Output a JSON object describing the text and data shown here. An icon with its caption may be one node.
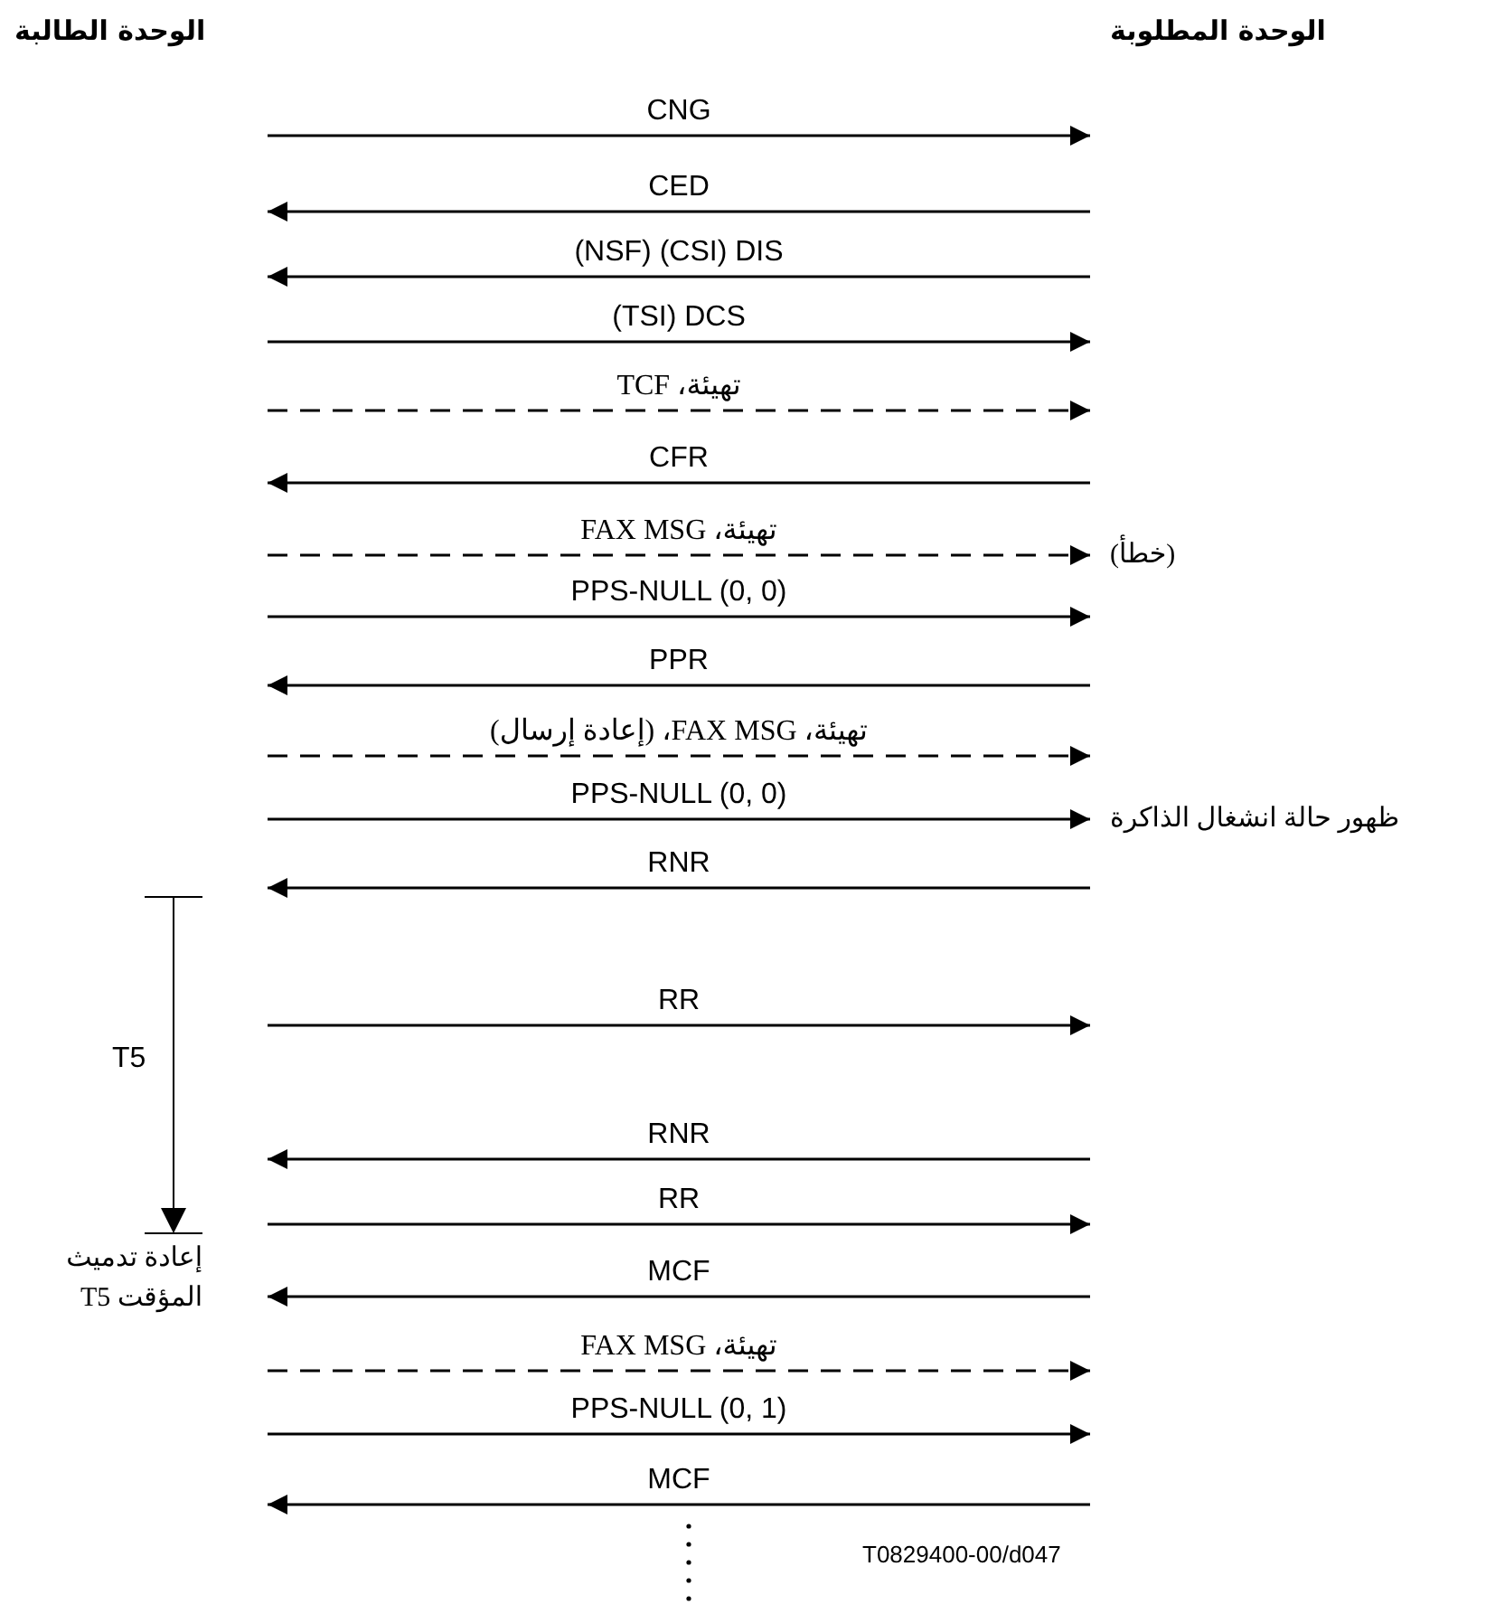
{
  "diagram": {
    "labels": [
      "الوحدة الطالبة",
      "الوحدة المطلوبة",
      "CNG",
      "CED",
      "(NSF) (CSI) DIS",
      "(TSI) DCS",
      "تهيئة، TCF",
      "CFR",
      "تهيئة، FAX MSG",
      "(خطأ)",
      "PPS-NULL (0, 0)",
      "PPR",
      "تهيئة، FAX MSG، (إعادة إرسال)",
      "PPS-NULL (0, 0)",
      "ظهور حالة انشغال الذاكرة",
      "RNR",
      "RR",
      "T5",
      "RNR",
      "RR",
      "إعادة تدميث المؤقت T5",
      "MCF",
      "تهيئة، FAX MSG",
      "PPS-NULL (0, 1)",
      "MCF",
      "T0829400-00/d047"
    ]
  }
}
